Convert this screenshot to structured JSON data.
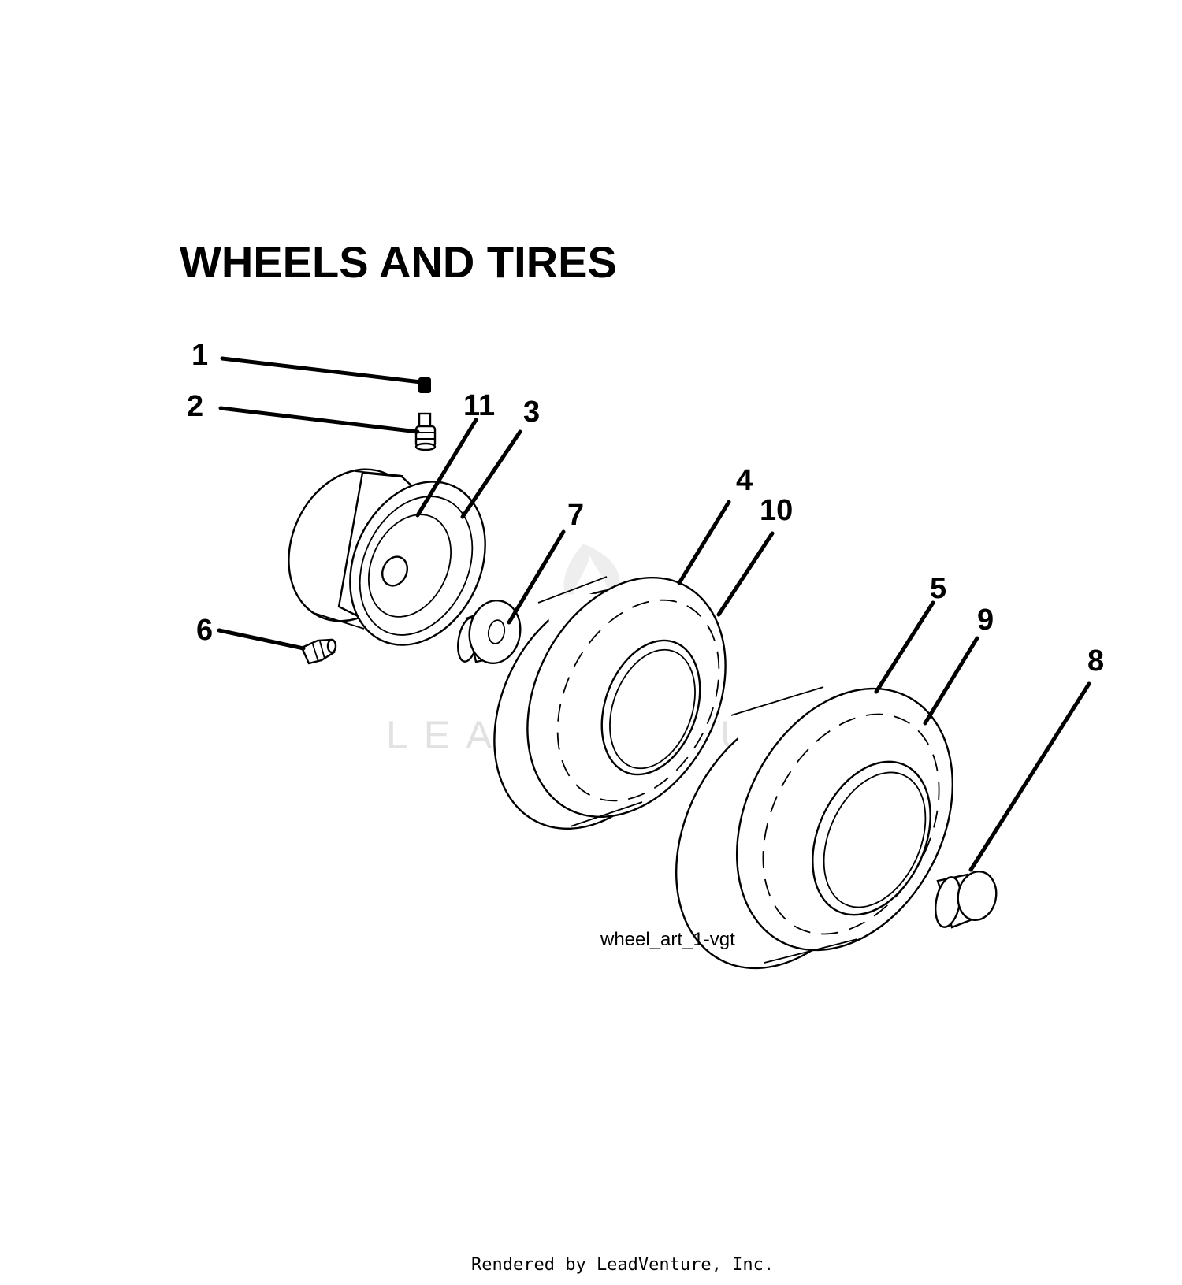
{
  "diagram": {
    "title": "WHEELS AND TIRES",
    "art_reference": "wheel_art_1-vgt",
    "footer": "Rendered by LeadVenture, Inc.",
    "watermark": "LEADVENTURE",
    "callouts": [
      {
        "id": "1",
        "label": "1",
        "part": "valve-cap"
      },
      {
        "id": "2",
        "label": "2",
        "part": "valve-stem"
      },
      {
        "id": "11",
        "label": "11",
        "part": "rim-seal"
      },
      {
        "id": "3",
        "label": "3",
        "part": "wheel-rim"
      },
      {
        "id": "7",
        "label": "7",
        "part": "bushing"
      },
      {
        "id": "4",
        "label": "4",
        "part": "front-tire"
      },
      {
        "id": "10",
        "label": "10",
        "part": "front-tire-tread"
      },
      {
        "id": "5",
        "label": "5",
        "part": "rear-tire"
      },
      {
        "id": "9",
        "label": "9",
        "part": "rear-tire-tread"
      },
      {
        "id": "8",
        "label": "8",
        "part": "hub-cap"
      },
      {
        "id": "6",
        "label": "6",
        "part": "grease-fitting"
      }
    ]
  }
}
